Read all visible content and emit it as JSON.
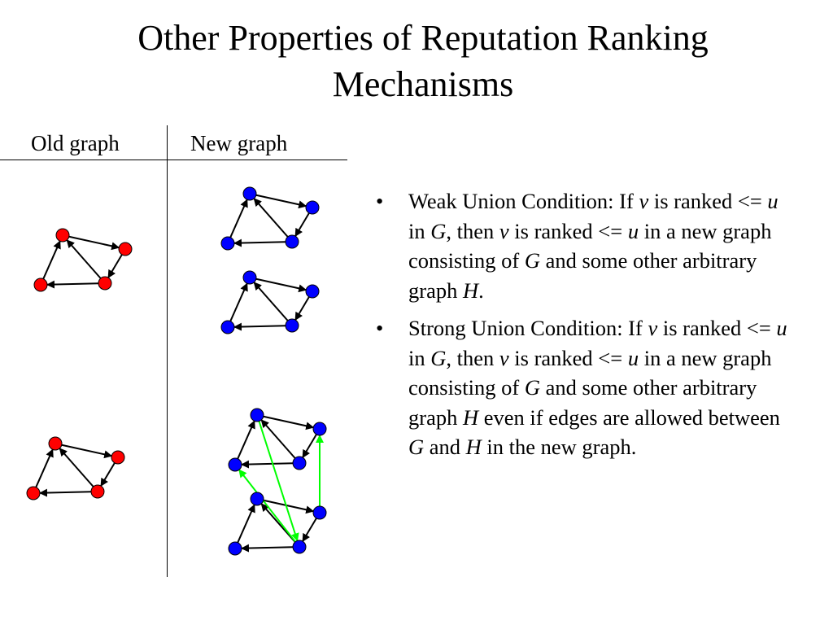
{
  "title_line1": "Other Properties of Reputation Ranking",
  "title_line2": "Mechanisms",
  "columns": {
    "old": "Old graph",
    "new": "New graph"
  },
  "bullet_marker": "•",
  "weak": {
    "lead": "Weak Union Condition:  If ",
    "v1": "v",
    "t1": " is ranked <= ",
    "u1": "u",
    "t2": " in ",
    "G1": "G",
    "t3": ", then ",
    "v2": "v",
    "t4": " is ranked <= ",
    "u2": "u",
    "t5": " in a new graph consisting of ",
    "G2": "G",
    "t6": " and some other arbitrary graph ",
    "H1": "H",
    "t7": "."
  },
  "strong": {
    "lead": "Strong Union Condition:  If ",
    "v1": "v",
    "t1": " is ranked <= ",
    "u1": "u",
    "t2": " in ",
    "G1": "G",
    "t3": ", then ",
    "v2": "v",
    "t4": " is ranked <= ",
    "u2": "u",
    "t5": " in a new graph consisting of ",
    "G2": "G",
    "t6": " and some other arbitrary graph ",
    "H1": "H",
    "t7": " even if edges are allowed between ",
    "G3": "G",
    "t8": " and ",
    "H2": "H",
    "t9": " in the new graph."
  },
  "colors": {
    "old_node": "#ff0000",
    "new_node": "#0000ff",
    "edge": "#000000",
    "cross_edge": "#00ff00"
  }
}
